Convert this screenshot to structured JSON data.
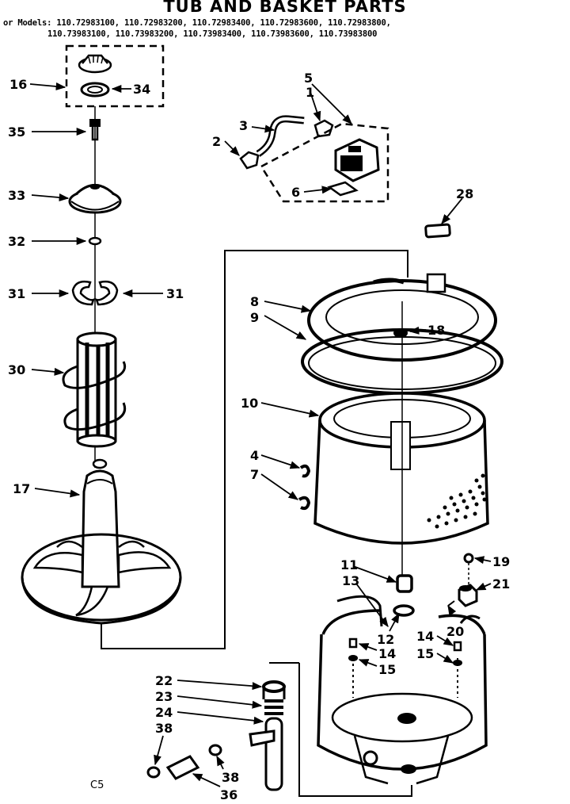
{
  "header": {
    "title": "TUB AND BASKET PARTS",
    "models_line_1": "or Models: 110.72983100, 110.72983200, 110.72983400, 110.72983600, 110.72983800,",
    "models_line_2": "110.73983100, 110.73983200, 110.73983400, 110.73983600, 110.73983800"
  },
  "callouts": {
    "p1": "1",
    "p2": "2",
    "p3": "3",
    "p4": "4",
    "p5": "5",
    "p6": "6",
    "p7": "7",
    "p8": "8",
    "p9": "9",
    "p10": "10",
    "p11": "11",
    "p12": "12",
    "p13": "13",
    "p14a": "14",
    "p14b": "14",
    "p15a": "15",
    "p15b": "15",
    "p16": "16",
    "p17": "17",
    "p18": "18",
    "p19": "19",
    "p20": "20",
    "p21": "21",
    "p22": "22",
    "p23": "23",
    "p24": "24",
    "p28": "28",
    "p30": "30",
    "p31a": "31",
    "p31b": "31",
    "p32": "32",
    "p33": "33",
    "p34": "34",
    "p35": "35",
    "p36": "36",
    "p38a": "38",
    "p38b": "38"
  },
  "footer": {
    "code": "C5"
  }
}
